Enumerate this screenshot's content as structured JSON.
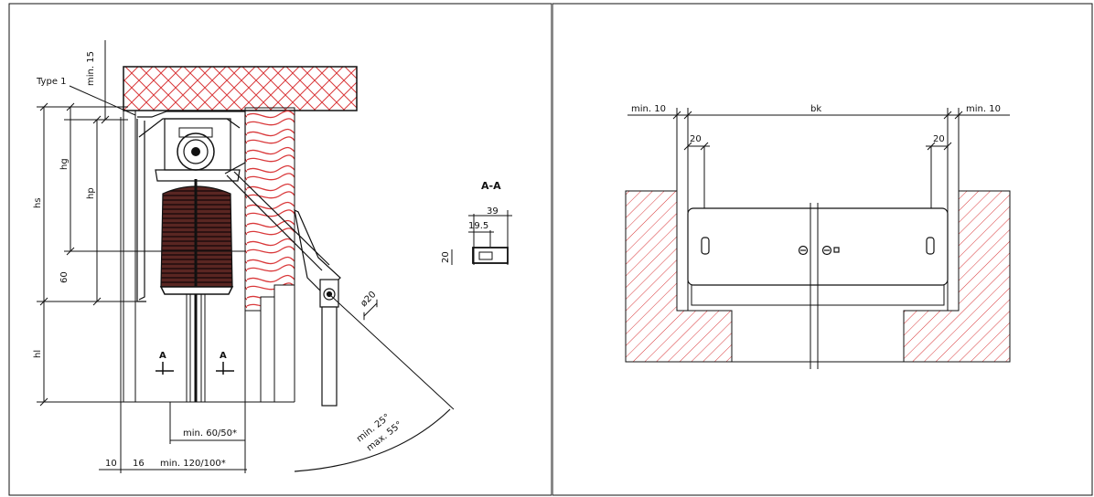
{
  "left_drawing": {
    "type_label": "Type 1",
    "top_gap": "min. 15",
    "height_labels": {
      "hs": "hs",
      "hg": "hg",
      "hp": "hp",
      "h60": "60",
      "hl": "hl"
    },
    "section_marker": "A",
    "bottom_dims": {
      "d10": "10",
      "d16": "16",
      "width": "min. 120/100*"
    },
    "guide_gap": "min. 60/50*",
    "diameter": "ø20",
    "angle_min": "min. 25°",
    "angle_max": "max. 55°",
    "section": {
      "title": "A-A",
      "w39": "39",
      "w195": "19.5",
      "h20": "20"
    }
  },
  "right_drawing": {
    "min_left": "min. 10",
    "bk": "bk",
    "min_right": "min. 10",
    "d20_left": "20",
    "d20_right": "20"
  },
  "colors": {
    "hatch_red": "#d9383a",
    "line": "#1a1a1a"
  }
}
